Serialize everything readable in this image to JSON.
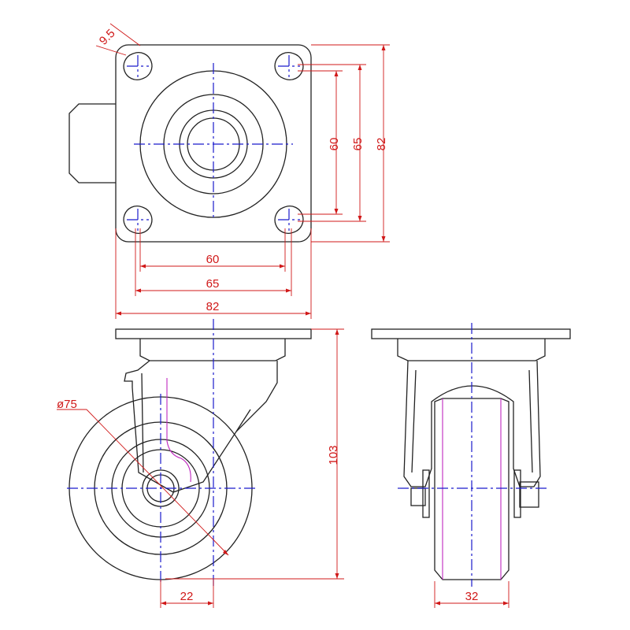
{
  "drawing": {
    "colors": {
      "outline": "#222222",
      "centerline": "#1a1acc",
      "dimension": "#d01818",
      "accent": "#c028c0",
      "background": "#ffffff"
    },
    "dimensions": {
      "slot_size": "9.5",
      "top_hole_spacing_v": "60",
      "top_pitch_v": "65",
      "top_plate_v": "82",
      "top_hole_spacing_h": "60",
      "top_pitch_h": "65",
      "top_plate_h": "82",
      "wheel_diameter": "ø75",
      "overall_height": "103",
      "swivel_offset": "22",
      "wheel_width": "32"
    }
  }
}
